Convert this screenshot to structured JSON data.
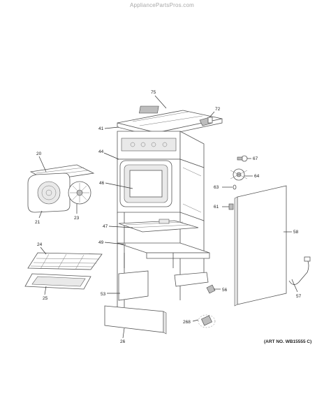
{
  "site_caption": "AppliancePartsPros.com",
  "art_number": "(ART NO. WB15555 C)",
  "part_labels": {
    "p75": "75",
    "p72": "72",
    "p41": "41",
    "p44": "44",
    "p20": "20",
    "p67": "67",
    "p46": "46",
    "p64": "64",
    "p63": "63",
    "p21": "21",
    "p23": "23",
    "p61": "61",
    "p47": "47",
    "p58": "58",
    "p24": "24",
    "p49": "49",
    "p25": "25",
    "p53": "53",
    "p56": "56",
    "p57": "57",
    "p268": "268",
    "p26": "26"
  }
}
